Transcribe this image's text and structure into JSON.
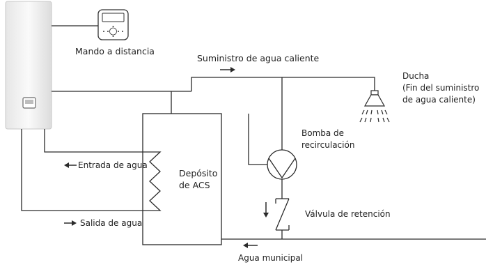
{
  "labels": {
    "remote": "Mando a distancia",
    "hot_water_supply": "Suministro de agua caliente",
    "shower": "Ducha",
    "shower_note_1": "(Fin del suministro",
    "shower_note_2": "de agua caliente)",
    "pump_1": "Bomba de",
    "pump_2": "recirculación",
    "tank_1": "Depósito",
    "tank_2": "de ACS",
    "water_inlet": "Entrada de agua",
    "water_outlet": "Salida de agua",
    "check_valve": "Válvula de retención",
    "municipal_water": "Agua municipal"
  },
  "colors": {
    "line": "#2a2a2a",
    "unit_fill": "#f2f2f2",
    "text": "#222222"
  }
}
